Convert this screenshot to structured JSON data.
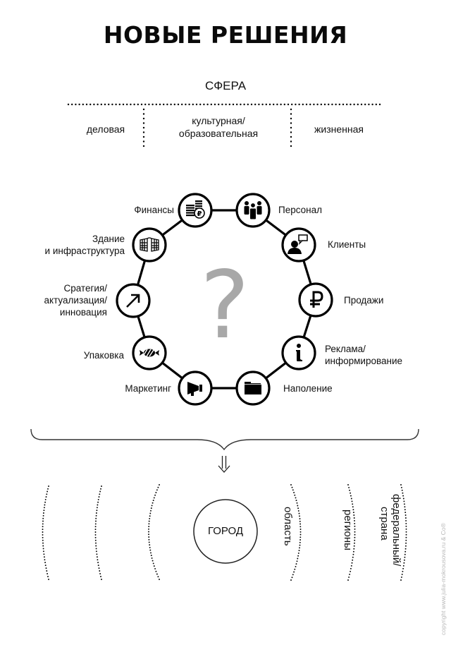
{
  "title": "НОВЫЕ РЕШЕНИЯ",
  "sphere": {
    "label": "СФЕРА",
    "categories": [
      "деловая",
      "культурная/\nобразовательная",
      "жизненная"
    ],
    "categories_line1": [
      "деловая",
      "культурная/",
      "жизненная"
    ],
    "categories_line2": [
      "",
      "образовательная",
      ""
    ]
  },
  "center_symbol": "?",
  "colors": {
    "ink": "#000000",
    "question_mark": "#a8a8a8",
    "copyright": "#b8b8b8"
  },
  "cycle_nodes": [
    {
      "id": "finance",
      "icon": "coins-ruble-icon",
      "label_lines": [
        "Финансы"
      ]
    },
    {
      "id": "personnel",
      "icon": "people-group-icon",
      "label_lines": [
        "Персонал"
      ]
    },
    {
      "id": "clients",
      "icon": "person-speech-bubble-icon",
      "label_lines": [
        "Клиенты"
      ]
    },
    {
      "id": "sales",
      "icon": "ruble-sign-icon",
      "label_lines": [
        "Продажи"
      ]
    },
    {
      "id": "advertising",
      "icon": "info-icon",
      "label_lines": [
        "Реклама/",
        "информирование"
      ]
    },
    {
      "id": "content",
      "icon": "folder-icon",
      "label_lines": [
        "Наполение"
      ]
    },
    {
      "id": "marketing",
      "icon": "megaphone-icon",
      "label_lines": [
        "Маркетинг"
      ]
    },
    {
      "id": "packaging",
      "icon": "candy-icon",
      "label_lines": [
        "Упаковка"
      ]
    },
    {
      "id": "strategy",
      "icon": "arrow-up-right-icon",
      "label_lines": [
        "Сратегия/",
        "актуализация/",
        "инновация"
      ]
    },
    {
      "id": "building",
      "icon": "building-icon",
      "label_lines": [
        "Здание",
        "и инфраструктура"
      ]
    }
  ],
  "brace_arrow": "⇓",
  "levels": {
    "city": "ГОРОД",
    "region": "область",
    "regions": "регионы",
    "federal_line1": "федеральный/",
    "federal_line2": "страна"
  },
  "copyright": "copyright www.julia-mokrousova.ru & Co®"
}
